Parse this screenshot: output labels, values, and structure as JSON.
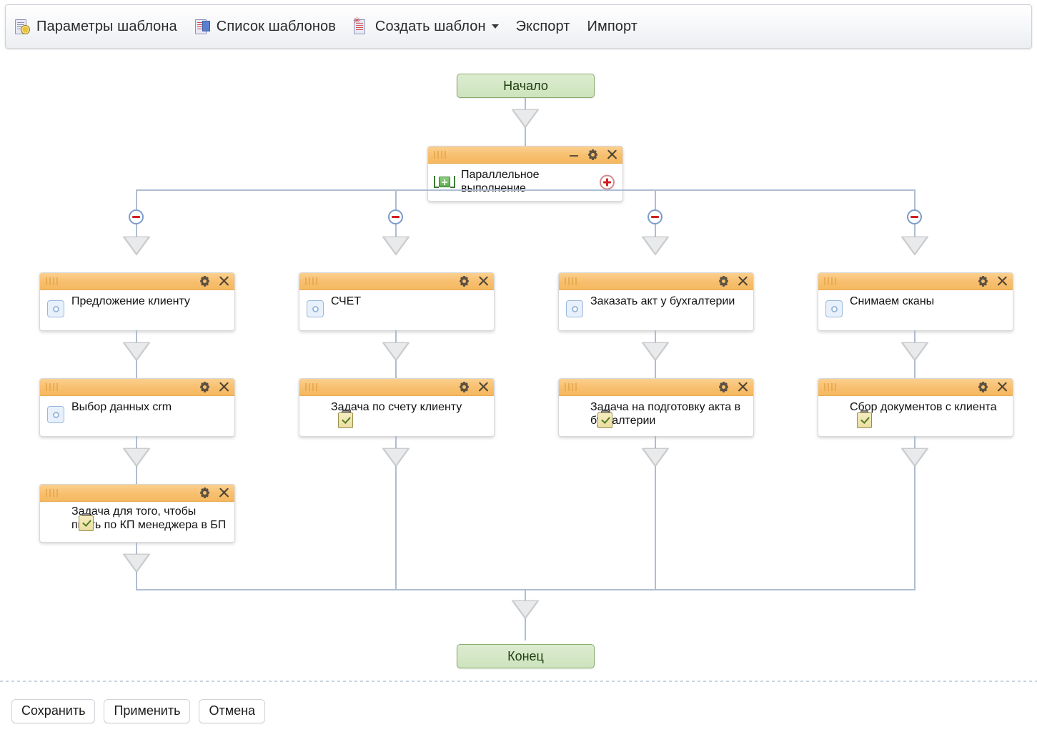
{
  "toolbar": {
    "items": [
      {
        "label": "Параметры шаблона",
        "icon": "template-settings-icon",
        "caret": false
      },
      {
        "label": "Список шаблонов",
        "icon": "template-list-icon",
        "caret": false
      },
      {
        "label": "Создать шаблон",
        "icon": "create-template-icon",
        "caret": true
      },
      {
        "label": "Экспорт",
        "icon": "",
        "caret": false
      },
      {
        "label": "Импорт",
        "icon": "",
        "caret": false
      }
    ]
  },
  "diagram": {
    "start_label": "Начало",
    "end_label": "Конец",
    "parallel": {
      "title": "Параллельное выполнение",
      "icon": "parallel-execution-icon",
      "add_icon": "add-branch-icon",
      "minimize_icon": "minimize-icon",
      "gear_icon": "gear-icon",
      "close_icon": "close-icon"
    },
    "branches": [
      {
        "collapse_icon": "collapse-branch-icon",
        "nodes": [
          {
            "title": "Предложение клиенту",
            "icon": "process-icon"
          },
          {
            "title": "Выбор данных crm",
            "icon": "process-icon"
          },
          {
            "title": "Задача для того, чтобы пнуть по КП менеджера в БП",
            "icon": "task-icon"
          }
        ]
      },
      {
        "collapse_icon": "collapse-branch-icon",
        "nodes": [
          {
            "title": "СЧЕТ",
            "icon": "process-icon"
          },
          {
            "title": "Задача по счету клиенту",
            "icon": "task-icon"
          }
        ]
      },
      {
        "collapse_icon": "collapse-branch-icon",
        "nodes": [
          {
            "title": "Заказать акт у бухгалтерии",
            "icon": "process-icon"
          },
          {
            "title": "Задача на подготовку акта в бухгалтерии",
            "icon": "task-icon"
          }
        ]
      },
      {
        "collapse_icon": "collapse-branch-icon",
        "nodes": [
          {
            "title": "Снимаем сканы",
            "icon": "process-icon"
          },
          {
            "title": "Сбор документов с клиента",
            "icon": "task-icon"
          }
        ]
      }
    ]
  },
  "footer": {
    "buttons": [
      {
        "label": "Сохранить"
      },
      {
        "label": "Применить"
      },
      {
        "label": "Отмена"
      }
    ]
  },
  "colors": {
    "node_header": "#f7bf6e",
    "terminal_fill": "#cde3bd",
    "connector": "#aebdd2",
    "accent_red": "#d11f1f"
  }
}
